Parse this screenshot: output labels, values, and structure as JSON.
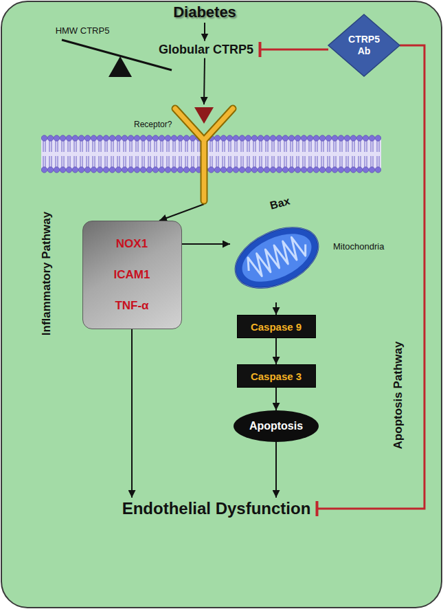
{
  "diagram": {
    "nodes": [
      {
        "text": [
          "Diabetes"
        ]
      },
      {
        "text": [
          "Globular CTRP5"
        ]
      },
      {
        "text": [
          "CTRP5 Ab"
        ]
      },
      {
        "text": [
          "Receptor?"
        ]
      },
      {
        "text": [
          "NOX1",
          "ICAM1",
          "TNF-α"
        ]
      },
      {
        "text": [
          "Bax",
          "Mitochondria"
        ]
      },
      {
        "text": [
          "Caspase 9"
        ]
      },
      {
        "text": [
          "Caspase 3"
        ]
      },
      {
        "text": [
          "Apoptosis"
        ]
      },
      {
        "text": [
          "Endothelial Dysfunction"
        ]
      }
    ],
    "edges": [
      {
        "from": 0,
        "to": 1,
        "arrow": "to"
      },
      {
        "from": 1,
        "to": 3,
        "arrow": "to"
      },
      {
        "from": 3,
        "to": 4,
        "arrow": "to"
      },
      {
        "from": 4,
        "to": 5,
        "arrow": "to"
      },
      {
        "from": 5,
        "to": 6,
        "arrow": "to"
      },
      {
        "from": 6,
        "to": 7,
        "arrow": "to"
      },
      {
        "from": 7,
        "to": 8,
        "arrow": "to"
      },
      {
        "from": 8,
        "to": 9,
        "arrow": "to"
      },
      {
        "from": 4,
        "to": 9,
        "arrow": "to"
      },
      {
        "from": 2,
        "to": 1,
        "arrow": "to"
      },
      {
        "from": 2,
        "to": 9,
        "arrow": "to"
      }
    ],
    "labels": [
      "HMW CTRP5",
      "Inflammatory Pathway",
      "Apoptosis Pathway"
    ]
  }
}
